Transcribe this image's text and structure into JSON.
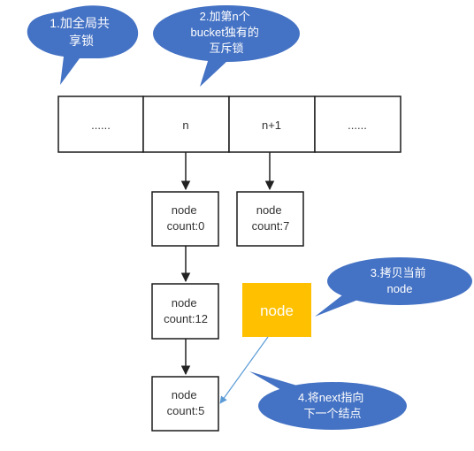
{
  "bucket_row": {
    "cells": [
      {
        "label": "......"
      },
      {
        "label": "n"
      },
      {
        "label": "n+1"
      },
      {
        "label": "......"
      }
    ]
  },
  "nodes": [
    {
      "line1": "node",
      "line2": "count:0"
    },
    {
      "line1": "node",
      "line2": "count:7"
    },
    {
      "line1": "node",
      "line2": "count:12"
    },
    {
      "line1": "node",
      "line2": "count:5"
    }
  ],
  "new_node": {
    "label": "node"
  },
  "callouts": [
    {
      "lines": [
        "1.加全局共",
        "享锁"
      ]
    },
    {
      "lines": [
        "2.加第n个",
        "bucket独有的",
        "互斥锁"
      ]
    },
    {
      "lines": [
        "3.拷贝当前",
        "node"
      ]
    },
    {
      "lines": [
        "4.将next指向",
        "下一个结点"
      ]
    }
  ],
  "colors": {
    "callout_fill": "#4472c4",
    "callout_text": "#ffffff",
    "new_node_fill": "#ffc000",
    "box_stroke": "#1a1a1a",
    "arrow": "#222222",
    "link_line": "#5b9bd5",
    "text": "#333333"
  }
}
